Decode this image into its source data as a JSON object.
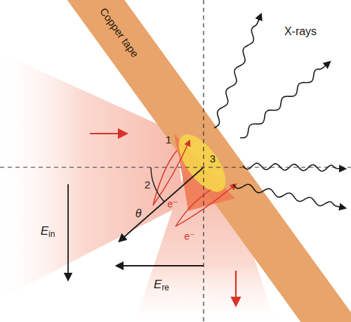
{
  "diagram": {
    "nodes": [
      {
        "text": [
          "Copper tape"
        ]
      }
    ],
    "labels": [
      "X-rays",
      "1",
      "2",
      "3",
      "Ein",
      "Ere",
      "θ",
      "e⁻",
      "e⁻"
    ]
  }
}
